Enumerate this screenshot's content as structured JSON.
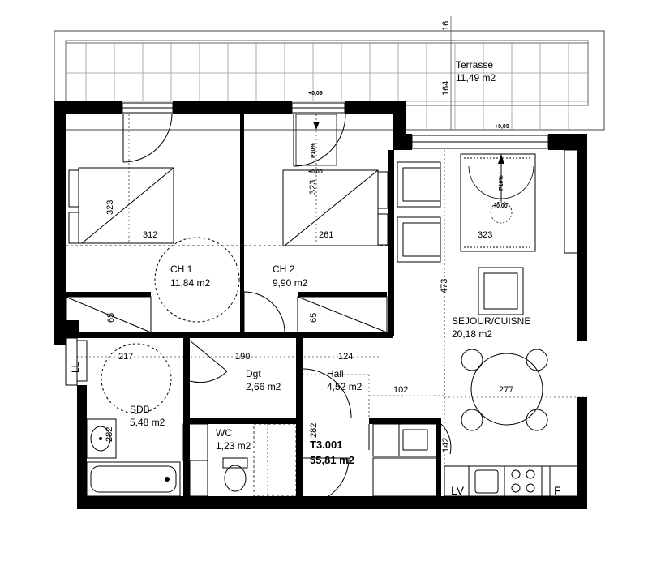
{
  "rooms": {
    "terrasse": {
      "name": "Terrasse",
      "area": "11,49 m2"
    },
    "ch1": {
      "name": "CH 1",
      "area": "11,84 m2"
    },
    "ch2": {
      "name": "CH 2",
      "area": "9,90 m2"
    },
    "sejour": {
      "name": "SEJOUR/CUISNE",
      "area": "20,18 m2"
    },
    "sdb": {
      "name": "SDB",
      "area": "5,48 m2"
    },
    "dgt": {
      "name": "Dgt",
      "area": "2,66 m2"
    },
    "hall": {
      "name": "Hall",
      "area": "4,52 m2"
    },
    "wc": {
      "name": "WC",
      "area": "1,23 m2"
    }
  },
  "unit": {
    "ref": "T3.001",
    "total_area": "55,81 m2"
  },
  "dimensions": {
    "d16": "16",
    "d164": "164",
    "d323a": "323",
    "d312": "312",
    "d323b": "323",
    "d261": "261",
    "d323c": "323",
    "d473": "473",
    "d65a": "65",
    "d65b": "65",
    "d217": "217",
    "d190": "190",
    "d124": "124",
    "d102": "102",
    "d277": "277",
    "d282a": "282",
    "d282b": "282",
    "d142": "142"
  },
  "levels": {
    "ch2_sill": "+0,09",
    "ch2_floor": "+0,00",
    "sejour_sill": "+0,09",
    "sejour_floor": "+0,00"
  },
  "slopes": {
    "ch2": "P10%",
    "sejour": "P10%"
  },
  "fixtures": {
    "lv": "LV",
    "f": "F",
    "ll": "LL"
  }
}
